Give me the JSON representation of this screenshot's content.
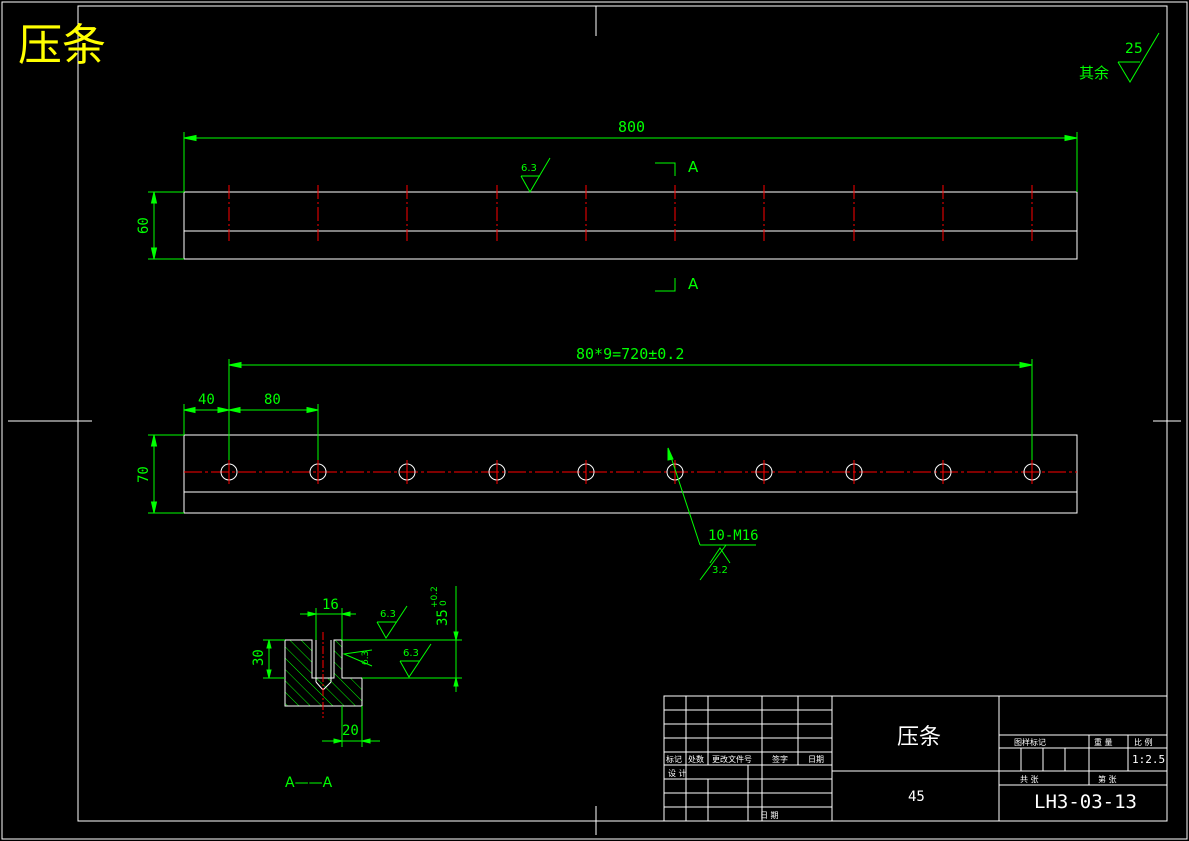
{
  "drawing": {
    "part_title": "压条",
    "material": "45",
    "drawing_number": "LH3-03-13",
    "scale": "1:2.5",
    "surface_roughness": {
      "default_label": "其余",
      "default_value": "25"
    }
  },
  "views": {
    "top": {
      "overall_length": "800",
      "height": "60",
      "roughness": "6.3",
      "section_mark": "A"
    },
    "front": {
      "height": "70",
      "first_offset": "40",
      "pitch": "80",
      "pattern": "80*9=720±0.2",
      "holes": "10-M16",
      "hole_roughness": "3.2"
    },
    "section": {
      "label": "A——A",
      "slot_width": "16",
      "height": "30",
      "bottom_width": "20",
      "depth_value": "35",
      "tol_upper": "+0.2",
      "tol_lower": "0",
      "roughness_top": "6.3",
      "roughness_side": "6.3",
      "roughness_inner": "6.3"
    }
  },
  "title_block": {
    "headers": [
      "标记",
      "处数",
      "更改文件号",
      "签字",
      "日期"
    ],
    "design_label": "设 计",
    "date_label": "日 期",
    "stage_label": "图样标记",
    "weight_label": "重 量",
    "scale_label": "比 例",
    "sheet_total_label": "共 张",
    "sheet_label": "第 张"
  },
  "colors": {
    "outline": "#ffffff",
    "dimension": "#00ff00",
    "centerline": "#ff0000",
    "title": "#ffff00",
    "hatch": "#00ff00"
  }
}
